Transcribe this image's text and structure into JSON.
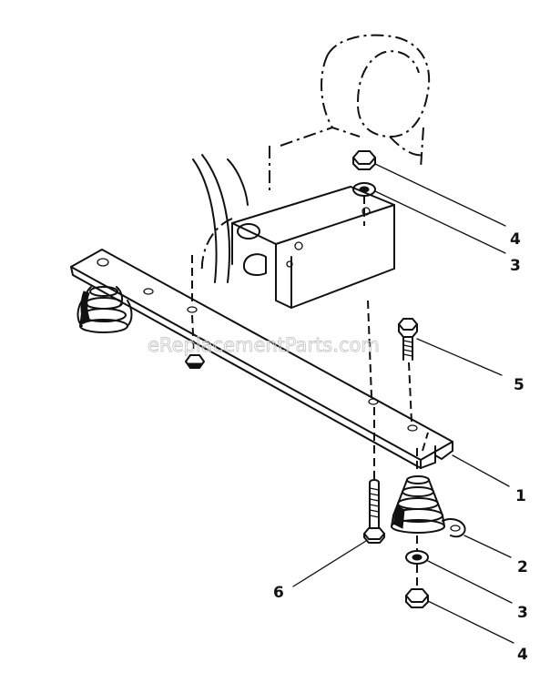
{
  "diagram": {
    "watermark": "eReplacementParts.com",
    "callouts": [
      {
        "id": "c1",
        "label": "4"
      },
      {
        "id": "c2",
        "label": "3"
      },
      {
        "id": "c3",
        "label": "5"
      },
      {
        "id": "c4",
        "label": "1"
      },
      {
        "id": "c5",
        "label": "2"
      },
      {
        "id": "c6",
        "label": "6"
      },
      {
        "id": "c7",
        "label": "3"
      },
      {
        "id": "c8",
        "label": "4"
      }
    ]
  }
}
